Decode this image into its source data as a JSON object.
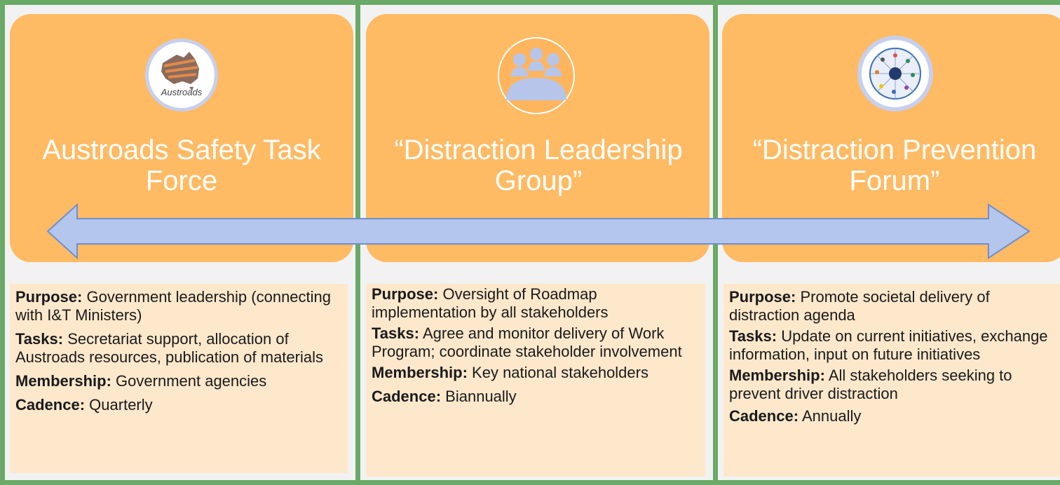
{
  "colors": {
    "frame": "#6aa967",
    "banner": "#ffba64",
    "info_box": "#fde8cc",
    "arrow": "#b4c6ec",
    "title_text": "#ffffff"
  },
  "columns": [
    {
      "logo": {
        "icon": "austroads-logo-icon",
        "text": "Austroads"
      },
      "title": "Austroads Safety Task Force",
      "purpose_label": "Purpose:",
      "purpose": "Government leadership (connecting with I&T Ministers)",
      "tasks_label": "Tasks:",
      "tasks": "Secretariat support, allocation of Austroads resources, publication of materials",
      "membership_label": "Membership:",
      "membership": "Government agencies",
      "cadence_label": "Cadence:",
      "cadence": "Quarterly"
    },
    {
      "logo": {
        "icon": "people-group-icon"
      },
      "title": "“Distraction Leadership Group”",
      "purpose_label": "Purpose:",
      "purpose": "Oversight of Roadmap implementation by all stakeholders",
      "tasks_label": "Tasks:",
      "tasks": "Agree and monitor delivery of Work Program; coordinate stakeholder involvement",
      "membership_label": "Membership:",
      "membership": "Key national stakeholders",
      "cadence_label": "Cadence:",
      "cadence": "Biannually"
    },
    {
      "logo": {
        "icon": "stakeholder-wheel-icon"
      },
      "title": "“Distraction Prevention Forum”",
      "purpose_label": "Purpose:",
      "purpose": "Promote societal delivery of distraction agenda",
      "tasks_label": "Tasks:",
      "tasks": "Update on current initiatives, exchange information, input on future initiatives",
      "membership_label": "Membership:",
      "membership": "All stakeholders seeking to prevent driver distraction",
      "cadence_label": "Cadence:",
      "cadence": "Annually"
    }
  ]
}
